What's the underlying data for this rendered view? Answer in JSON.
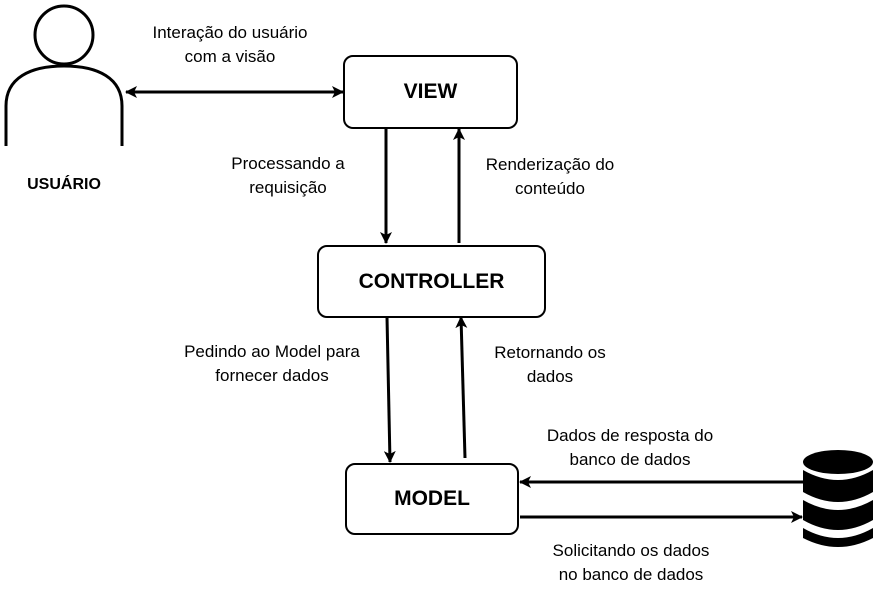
{
  "user": {
    "label": "USUÁRIO"
  },
  "nodes": {
    "view": "VIEW",
    "controller": "CONTROLLER",
    "model": "MODEL"
  },
  "edges": {
    "user_view": [
      "Interação do usuário",
      "com a visão"
    ],
    "view_to_controller": [
      "Processando a",
      "requisição"
    ],
    "controller_to_view": [
      "Renderização do",
      "conteúdo"
    ],
    "controller_to_model": [
      "Pedindo ao Model para",
      "fornecer dados"
    ],
    "model_to_controller": [
      "Retornando os",
      "dados"
    ],
    "db_to_model": [
      "Dados de resposta do",
      "banco de dados"
    ],
    "model_to_db": [
      "Solicitando os dados",
      "no banco de dados"
    ]
  },
  "colors": {
    "stroke": "#000000",
    "database_fill": "#000000",
    "background": "#ffffff"
  },
  "icons": {
    "user": "user-icon",
    "database": "database-icon"
  }
}
